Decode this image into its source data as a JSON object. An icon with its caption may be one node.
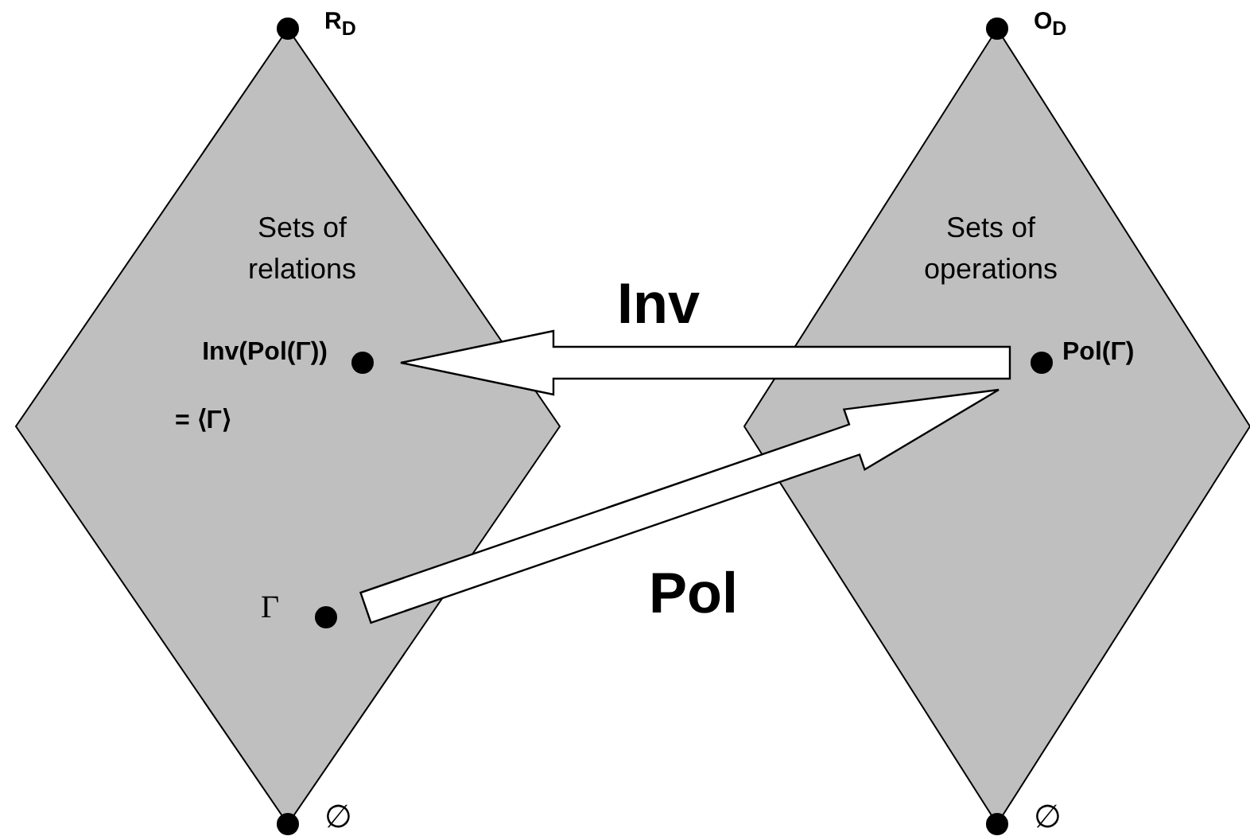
{
  "diagram": {
    "nodes": [
      {
        "text": [
          "Sets of relations"
        ]
      },
      {
        "text": [],
        "shape": "circle",
        "beside": [
          "R$_{D}$"
        ]
      },
      {
        "text": [],
        "shape": "circle",
        "in": 0,
        "beside": [
          "Inv(Pol(Γ))",
          "= ⟨Γ⟩"
        ]
      },
      {
        "text": [],
        "shape": "circle",
        "in": 0,
        "beside": [
          "Γ"
        ]
      },
      {
        "text": [],
        "shape": "circle",
        "beside": [
          "∅"
        ]
      },
      {
        "text": [
          "Sets of operations"
        ]
      },
      {
        "text": [],
        "shape": "circle",
        "beside": [
          "O$_{D}$"
        ]
      },
      {
        "text": [],
        "shape": "circle",
        "in": 5,
        "beside": [
          "Pol(Γ)"
        ]
      },
      {
        "text": [],
        "shape": "circle",
        "beside": [
          "∅"
        ]
      }
    ],
    "edges": [
      {
        "from": 7,
        "to": 2,
        "arrow": "to",
        "label": "Inv"
      },
      {
        "from": 3,
        "to": 7,
        "arrow": "to",
        "label": "Pol"
      }
    ]
  }
}
